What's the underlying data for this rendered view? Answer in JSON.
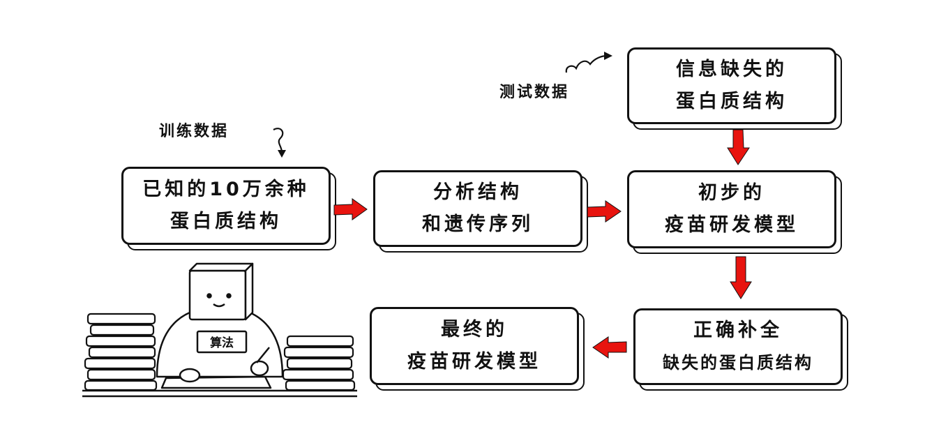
{
  "labels": {
    "training_data": "训练数据",
    "test_data": "测试数据"
  },
  "boxes": {
    "known": {
      "line1": "已知的10万余种",
      "line2": "蛋白质结构"
    },
    "analyze": {
      "line1": "分析结构",
      "line2": "和遗传序列"
    },
    "missing": {
      "line1": "信息缺失的",
      "line2": "蛋白质结构"
    },
    "initial": {
      "line1": "初步的",
      "line2": "疫苗研发模型"
    },
    "completed": {
      "line1": "正确补全",
      "line2": "缺失的蛋白质结构"
    },
    "final": {
      "line1": "最终的",
      "line2": "疫苗研发模型"
    }
  },
  "robot": {
    "badge": "算法"
  },
  "colors": {
    "arrow": "#e8140f",
    "ink": "#111111"
  }
}
